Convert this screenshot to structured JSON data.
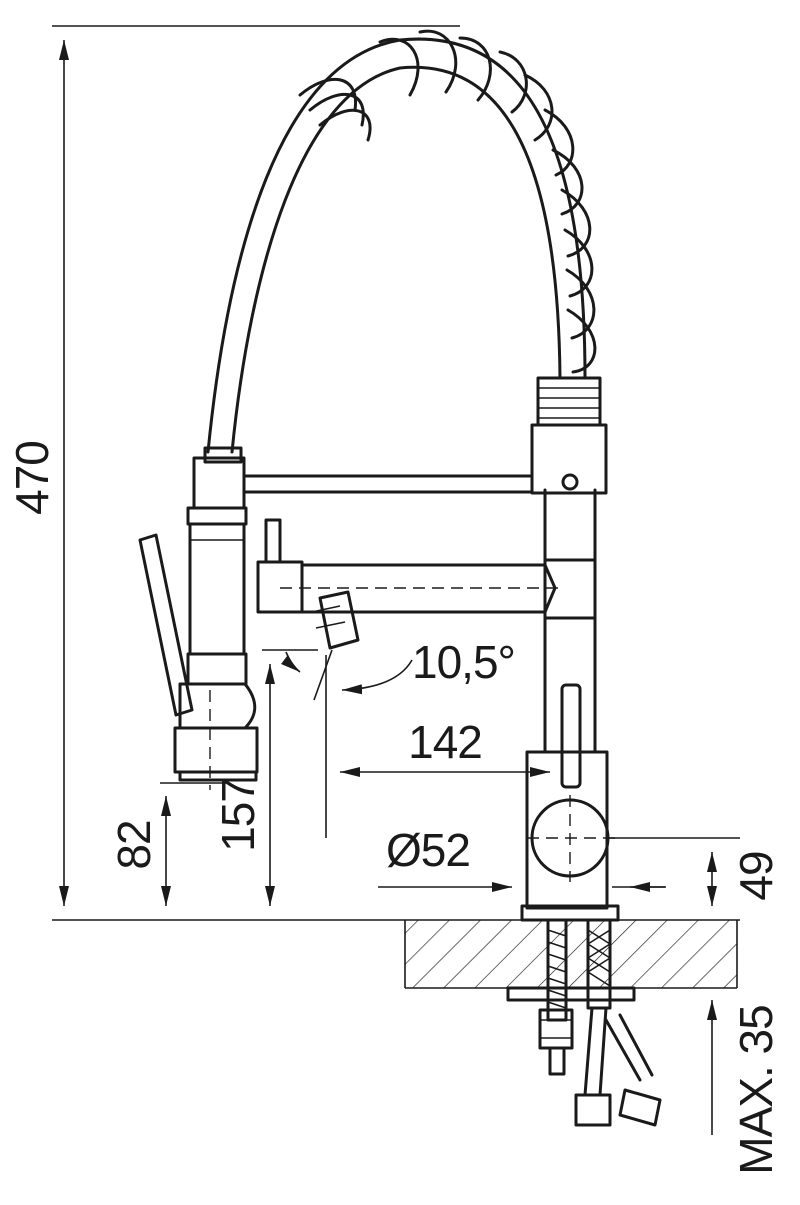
{
  "dimensions": {
    "total_height": "470",
    "spray_height": "82",
    "spout_height": "157",
    "spout_angle": "10,5°",
    "spout_reach": "142",
    "base_diameter": "Ø52",
    "base_height": "49",
    "max_counter_thickness": "MAX. 35"
  }
}
